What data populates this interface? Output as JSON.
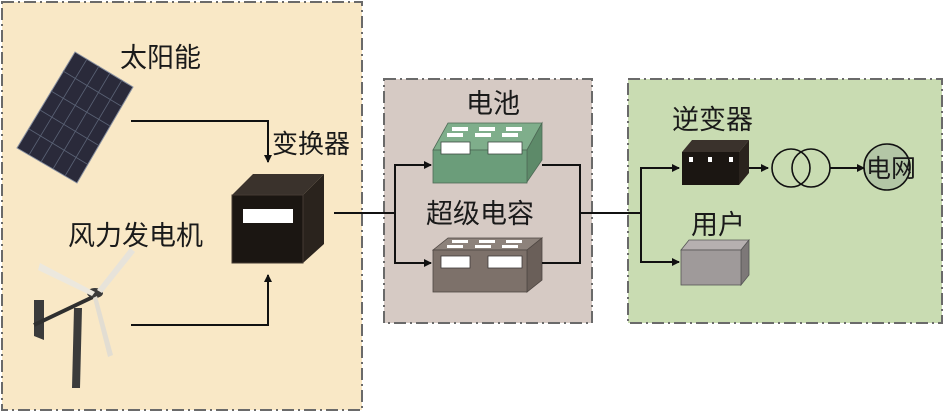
{
  "title": "Hybrid renewable energy storage system",
  "colors": {
    "generation_panel": "#f9e8c6",
    "storage_panel": "#d6cac4",
    "load_panel": "#c9dcb2",
    "battery": "#6b9d7a",
    "supercap": "#7d716a",
    "converter": "#1b1612",
    "inverter": "#1b1612",
    "user_load": "#9f9a9a",
    "grid": "#b3c6a6"
  },
  "generation": {
    "solar_label": "太阳能",
    "wind_label": "风力发电机",
    "converter_label": "变换器"
  },
  "storage": {
    "battery_label": "电池",
    "supercap_label": "超级电容"
  },
  "load": {
    "inverter_label": "逆变器",
    "user_label": "用户",
    "grid_label": "电网"
  },
  "icons": [
    "solar-panel-icon",
    "wind-turbine-icon",
    "converter-box-icon",
    "battery-box-icon",
    "supercapacitor-box-icon",
    "inverter-box-icon",
    "transformer-icon",
    "grid-circle-icon",
    "user-load-box-icon"
  ]
}
